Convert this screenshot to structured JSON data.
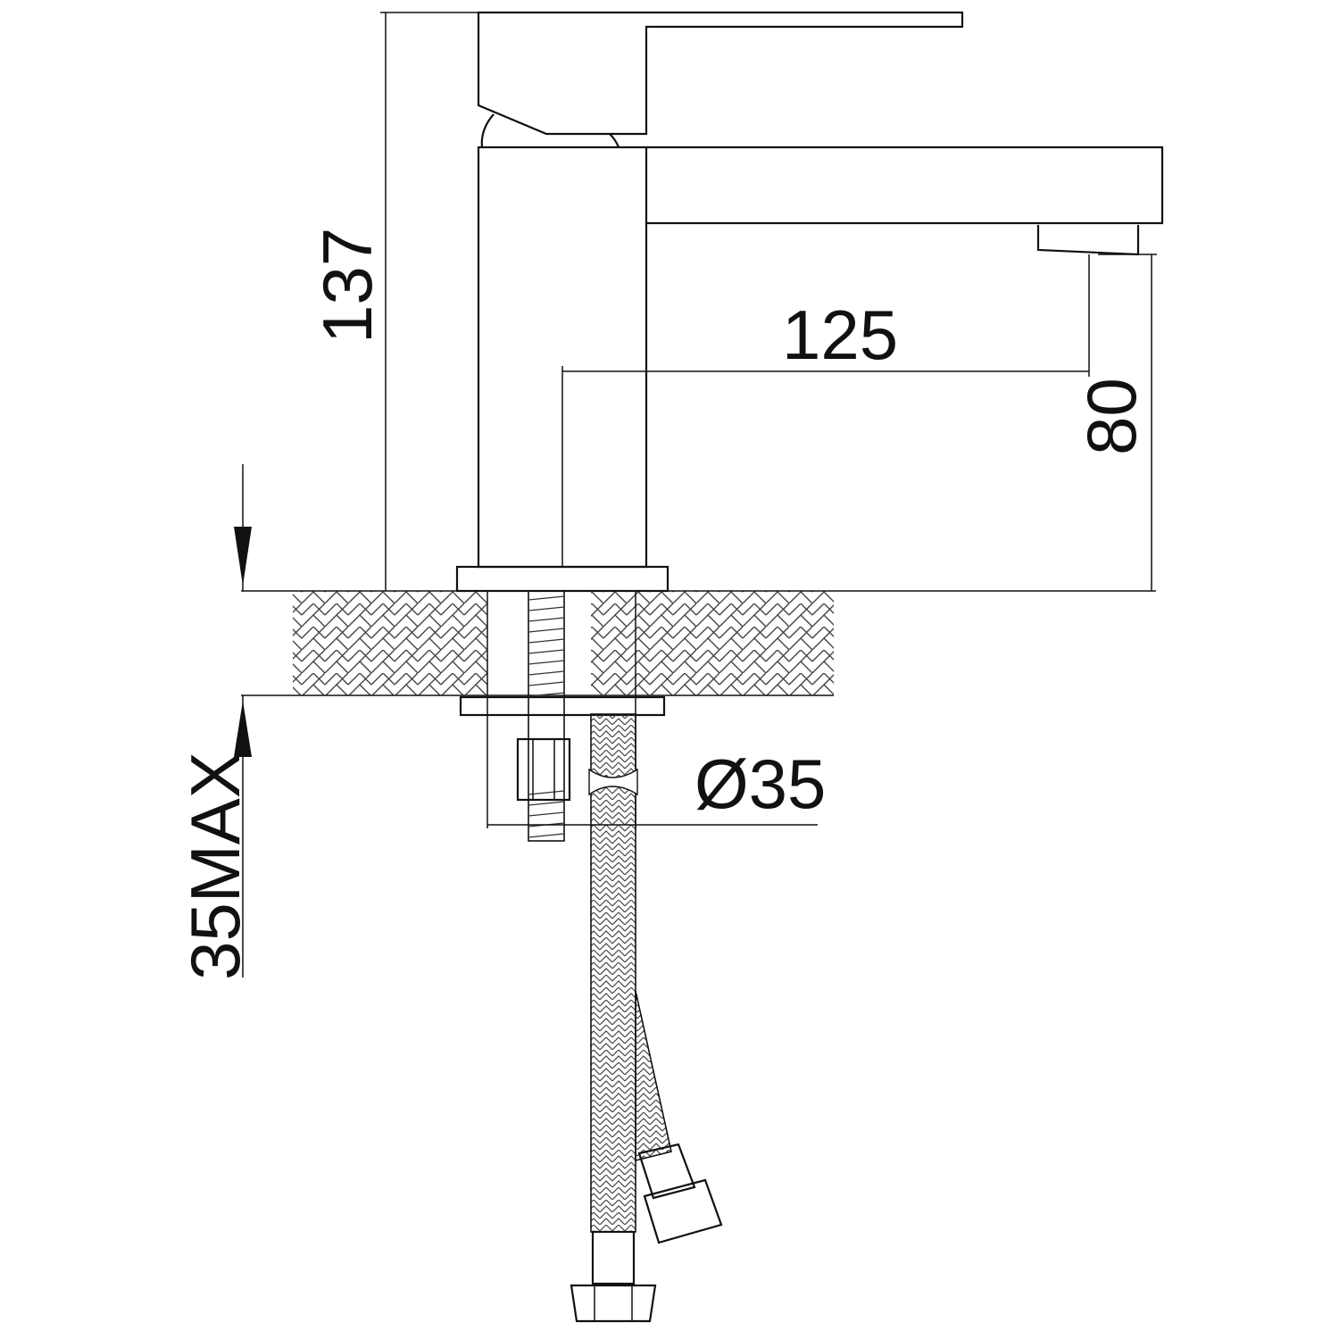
{
  "drawing": {
    "dimensions": {
      "height_total": "137",
      "spout_reach": "125",
      "spout_height": "80",
      "hole_diameter": "Ø35",
      "deck_thickness_max": "35MAX"
    }
  },
  "colors": {
    "line": "#111111",
    "background": "#ffffff",
    "hatch": "#444444"
  }
}
